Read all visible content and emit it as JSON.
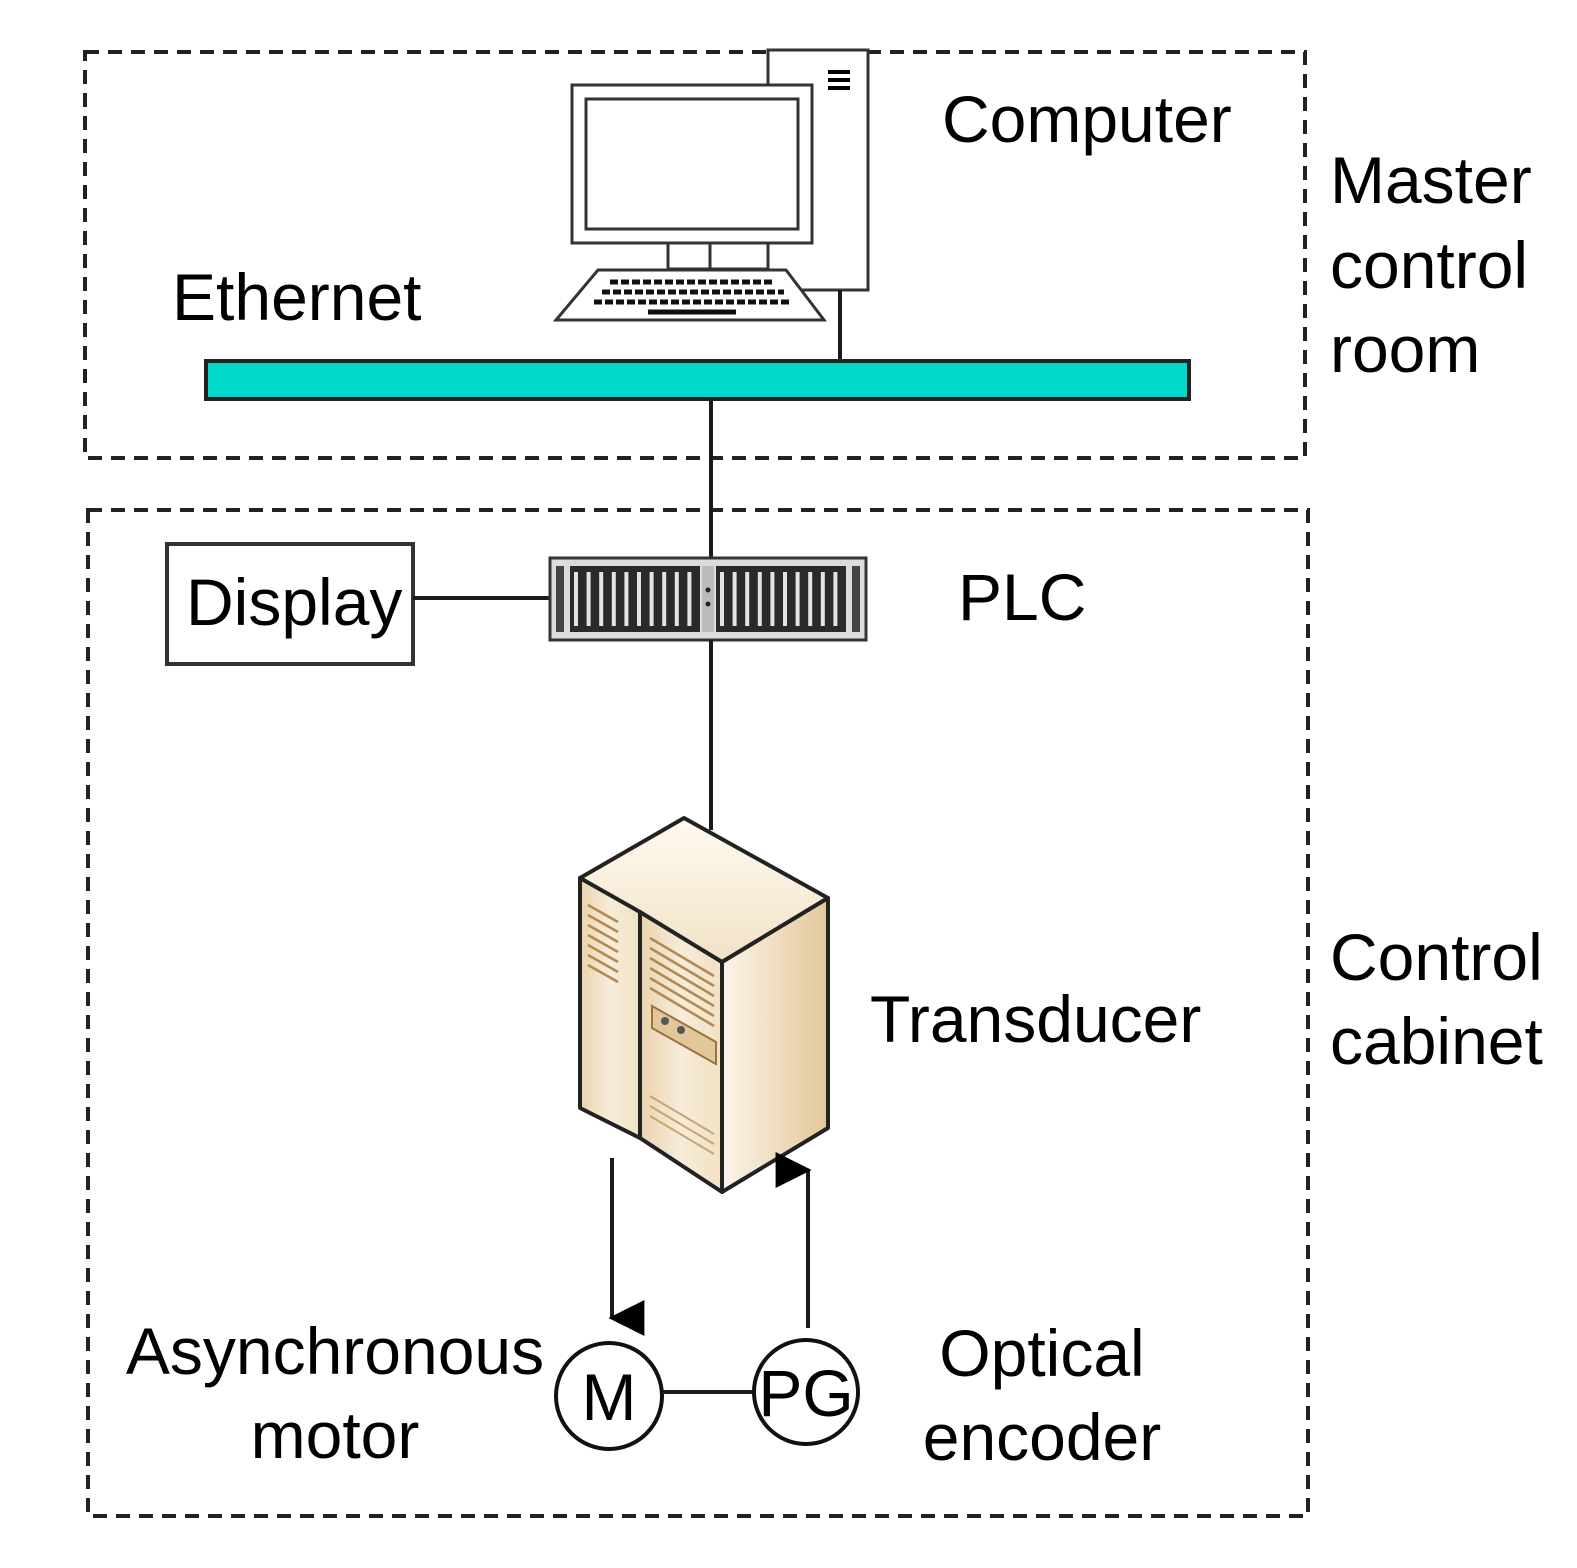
{
  "zones": {
    "master_control_room": {
      "label_lines": [
        "Master",
        "control",
        "room"
      ]
    },
    "control_cabinet": {
      "label_lines": [
        "Control",
        "cabinet"
      ]
    }
  },
  "nodes": {
    "computer": {
      "label": "Computer",
      "icon": "desktop-computer-icon"
    },
    "ethernet": {
      "label": "Ethernet",
      "color": "#00D9C9"
    },
    "display": {
      "label": "Display"
    },
    "plc": {
      "label": "PLC",
      "icon": "rack-module-icon"
    },
    "transducer": {
      "label": "Transducer",
      "icon": "server-cabinet-icon"
    },
    "motor": {
      "symbol": "M",
      "label_lines": [
        "Asynchronous",
        "motor"
      ]
    },
    "encoder": {
      "symbol": "PG",
      "label_lines": [
        "Optical",
        "encoder"
      ]
    }
  },
  "colors": {
    "line": "#1a1a1a",
    "ethernet_bus": "#00D9C9",
    "cabinet_light": "#f6ecdc",
    "cabinet_dark": "#c9a36d"
  }
}
